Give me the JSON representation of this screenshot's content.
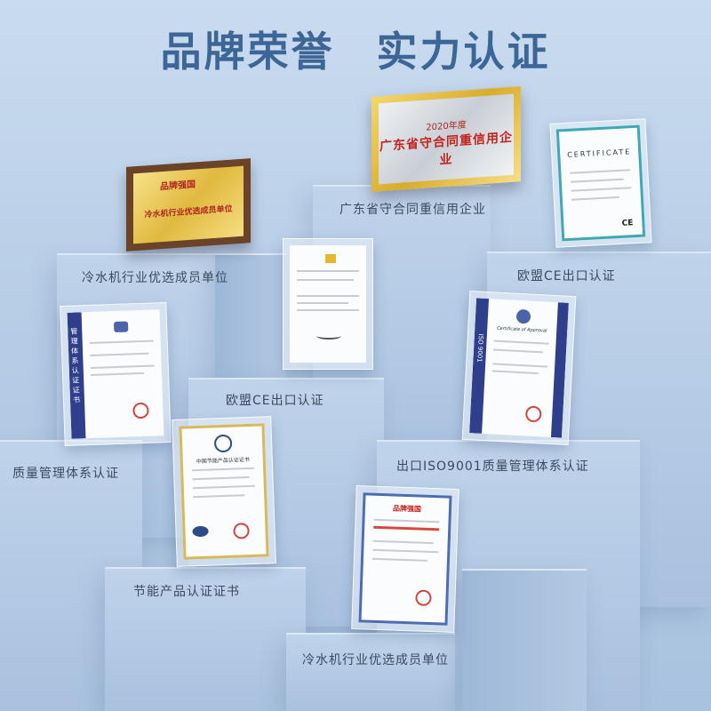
{
  "header": {
    "title_left": "品牌荣誉",
    "title_right": "实力认证"
  },
  "captions": {
    "guangdong": "广东省守合同重信用企业",
    "chiller_top": "冷水机行业优选成员单位",
    "ce_right": "欧盟CE出口认证",
    "ce_middle": "欧盟CE出口认证",
    "quality": "质量管理体系认证",
    "iso_export": "出口ISO9001质量管理体系认证",
    "energy": "节能产品认证证书",
    "chiller_bottom": "冷水机行业优选成员单位"
  },
  "plaques": {
    "brown_logo": "品牌强国",
    "brown_main": "冷水机行业优选成员单位",
    "gold_year": "2020年度",
    "gold_main": "广东省守合同重信用企业"
  },
  "certificates": {
    "ce_title": "CERTIFICATE",
    "approval_title": "Certificate of Approval",
    "iso_side": "ISO 9001",
    "quality_side": "管理体系认证证书",
    "energy_title": "中国节能产品认证证书",
    "brand_logo": "品牌强国"
  },
  "colors": {
    "title": "#3d6697",
    "caption": "#3b4a5c",
    "background": "#b7cde6",
    "plaque_red": "#c2231c"
  }
}
